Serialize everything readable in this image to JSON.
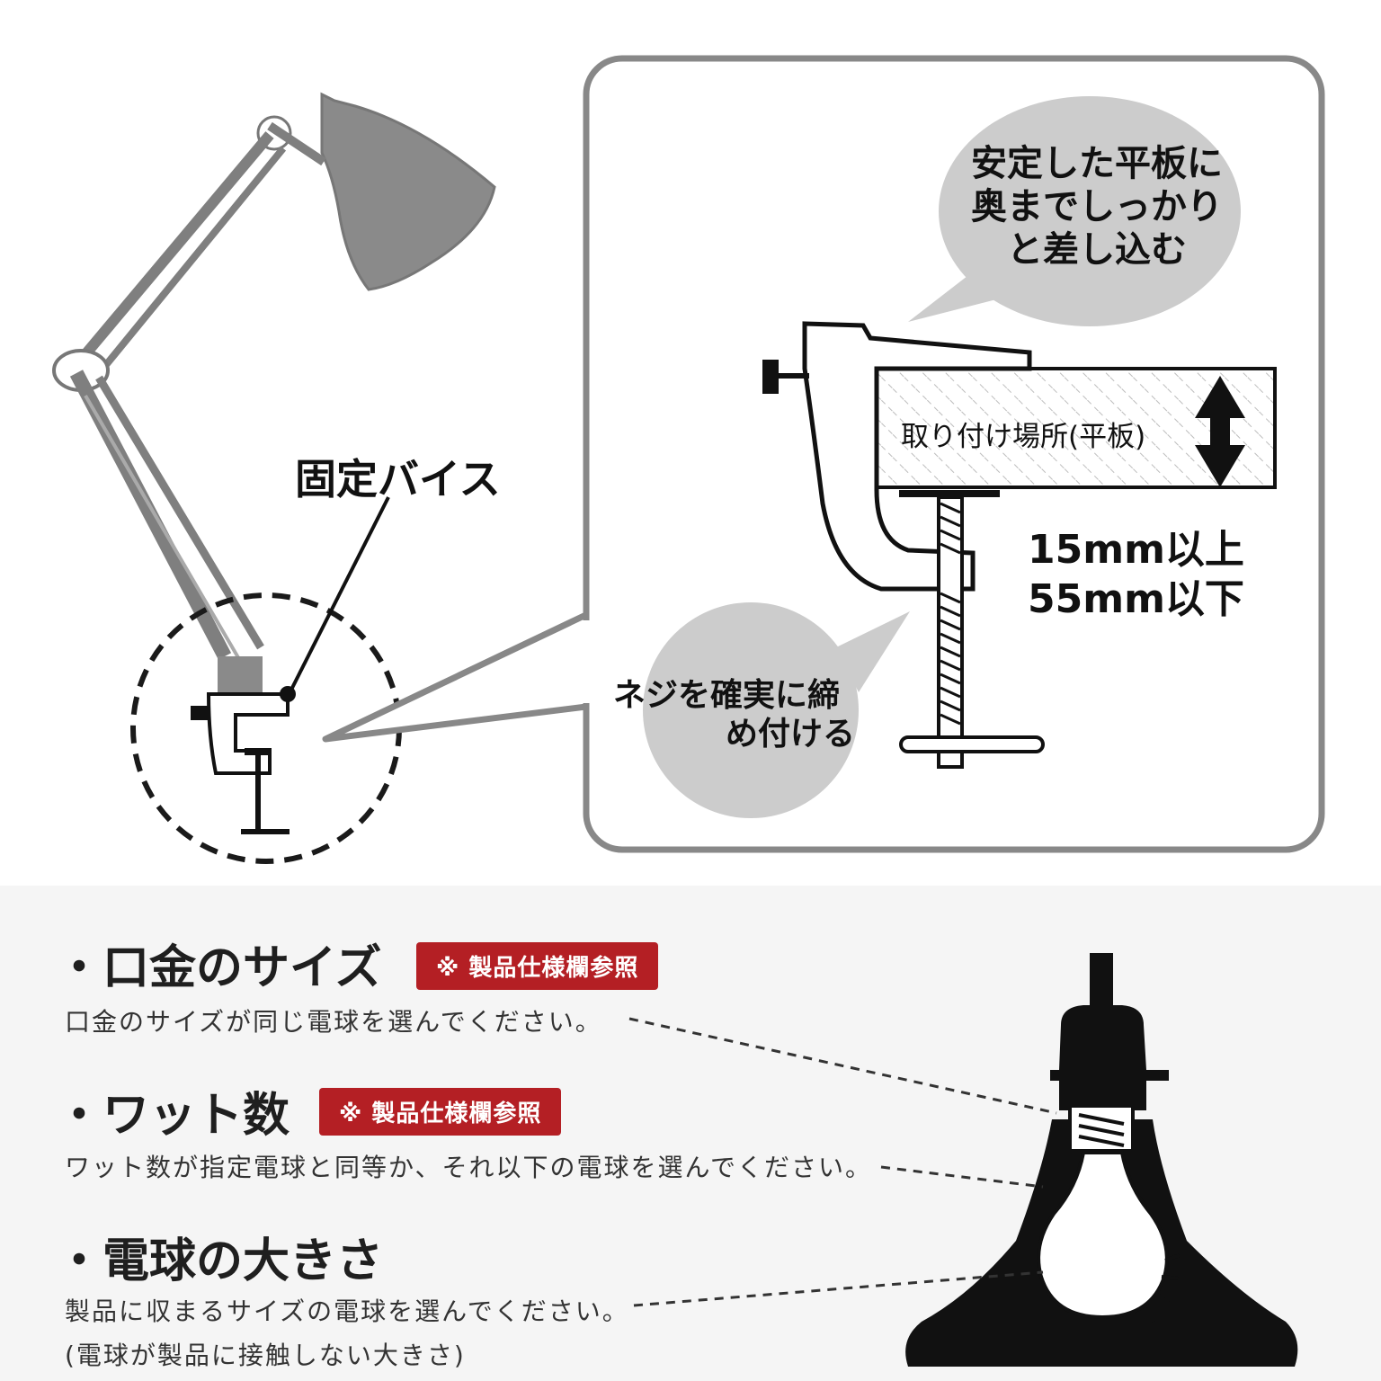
{
  "top": {
    "vise_label": "固定バイス",
    "board_label": "取り付け場所(平板)",
    "thickness_min": "15mm以上",
    "thickness_max": "55mm以下",
    "bubble_insert": [
      "安定した平板に",
      "奥までしっかり",
      "と差し込む"
    ],
    "bubble_screw": [
      "ネジを確実に締",
      "め付ける"
    ]
  },
  "specs": [
    {
      "title": "・口金のサイズ",
      "badge": "※ 製品仕様欄参照",
      "desc": "口金のサイズが同じ電球を選んでください。"
    },
    {
      "title": "・ワット数",
      "badge": "※ 製品仕様欄参照",
      "desc": "ワット数が指定電球と同等か、それ以下の電球を選んでください。"
    },
    {
      "title": "・電球の大きさ",
      "desc": "製品に収まるサイズの電球を選んでください。",
      "note": "(電球が製品に接触しない大きさ)"
    }
  ],
  "colors": {
    "badge": "#b41f24",
    "bubble": "#cccccc",
    "lamp": "#7f7f7f",
    "panel_border": "#888888"
  }
}
